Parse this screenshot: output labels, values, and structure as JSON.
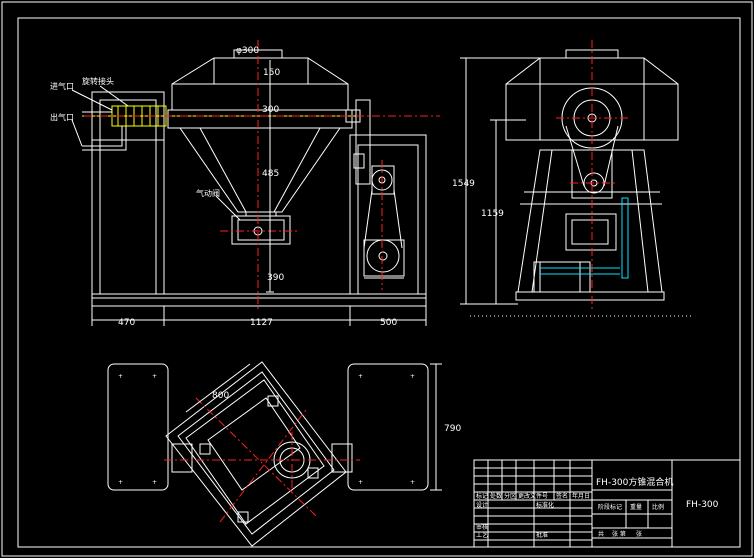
{
  "drawing": {
    "title": "FH-300方锥混合机",
    "code": "FH-300"
  },
  "front_view": {
    "dims": {
      "top_diameter": "φ300",
      "d150": "150",
      "d300": "300",
      "d485": "485",
      "d390": "390",
      "w470": "470",
      "w1127": "1127",
      "w500": "500"
    },
    "labels": {
      "inlet": "进气口",
      "outlet": "出气口",
      "rotary_joint": "旋转接头",
      "valve": "气动阀"
    }
  },
  "side_view": {
    "dims": {
      "h1549": "1549",
      "h1159": "1159"
    }
  },
  "top_view": {
    "dims": {
      "d800": "800",
      "d790": "790"
    }
  },
  "title_block": {
    "row1": [
      "标记",
      "处数",
      "分区",
      "更改文件号",
      "签名",
      "年月日"
    ],
    "designer": "设计",
    "standardized": "标准化",
    "stage_mark": "阶段标记",
    "weight": "重量",
    "scale": "比例",
    "reviewer": "审核",
    "process": "工艺",
    "approved": "批准",
    "sheets": "共",
    "sheet_of": "张 第",
    "sheet_unit": "张"
  },
  "colors": {
    "line": "#ffffff",
    "center": "#ff2020",
    "hatch": "#ffff00",
    "cyan": "#00e5ff",
    "bg": "#000000"
  }
}
